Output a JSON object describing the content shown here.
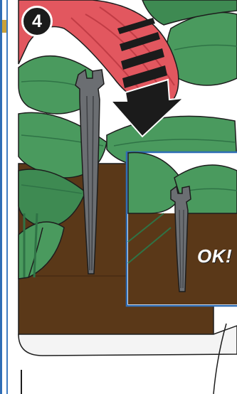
{
  "instruction_illustration": {
    "step_number": "4",
    "ok_label": "OK!",
    "insertion_arrow_icon": "down-arrow-with-speed-lines",
    "colors": {
      "frame_blue": "#2f6db5",
      "soil_brown": "#5a3818",
      "leaf_green": "#4a9a5e",
      "leaf_dark_green": "#2f7346",
      "flower_red": "#e2575f",
      "stake_gray": "#6b6e72",
      "badge_black": "#1b1b1b"
    }
  }
}
